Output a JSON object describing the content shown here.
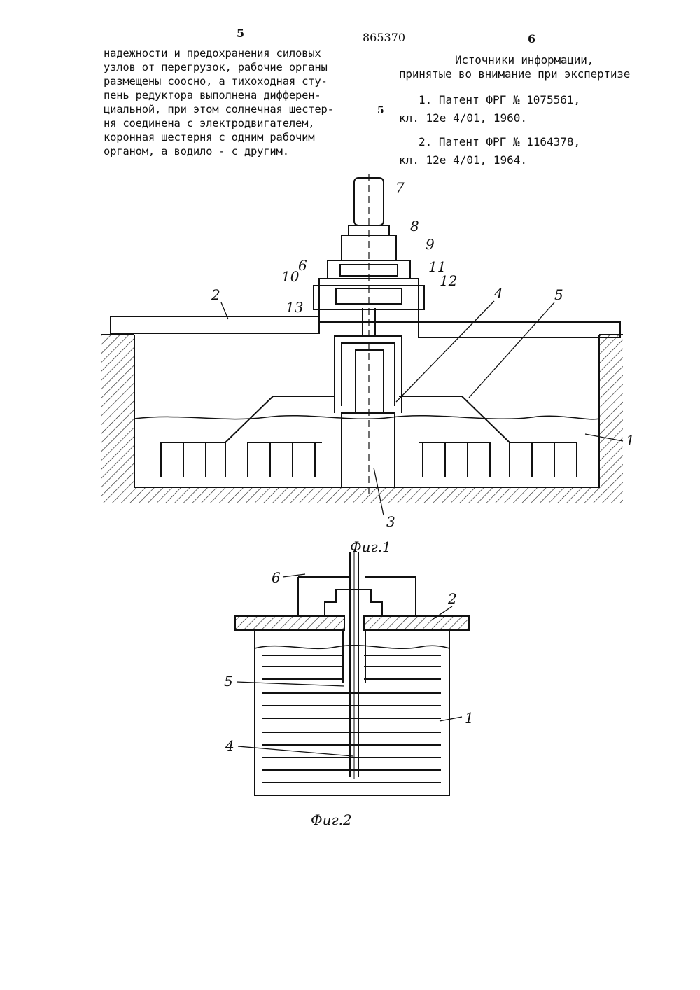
{
  "header": {
    "page_left": "5",
    "patent_number": "865370",
    "page_right": "6",
    "line_marker": "5"
  },
  "left_column": {
    "lines": [
      "надежности и предохранения силовых",
      "узлов от перегрузок, рабочие органы",
      "размещены соосно, а тихоходная сту-",
      "пень редуктора выполнена дифферен-",
      "циальной, при этом солнечная шестер-",
      "ня соединена с электродвигателем,",
      "коронная шестерня с одним рабочим",
      "органом, а водило - с другим."
    ]
  },
  "right_column": {
    "heading_lines": [
      "Источники информации,",
      "принятые во внимание при экспертизе"
    ],
    "references": [
      {
        "line1": "1. Патент ФРГ № 1075561,",
        "line2": "кл. 12е 4/01, 1960."
      },
      {
        "line1": "2. Патент ФРГ № 1164378,",
        "line2": "кл. 12е 4/01, 1964."
      }
    ]
  },
  "figure1": {
    "caption": "Фиг.1",
    "labels": [
      "1",
      "2",
      "3",
      "4",
      "5",
      "6",
      "7",
      "8",
      "9",
      "10",
      "11",
      "12",
      "13"
    ]
  },
  "figure2": {
    "caption": "Фиг.2",
    "labels": [
      "1",
      "2",
      "4",
      "5",
      "6"
    ]
  }
}
